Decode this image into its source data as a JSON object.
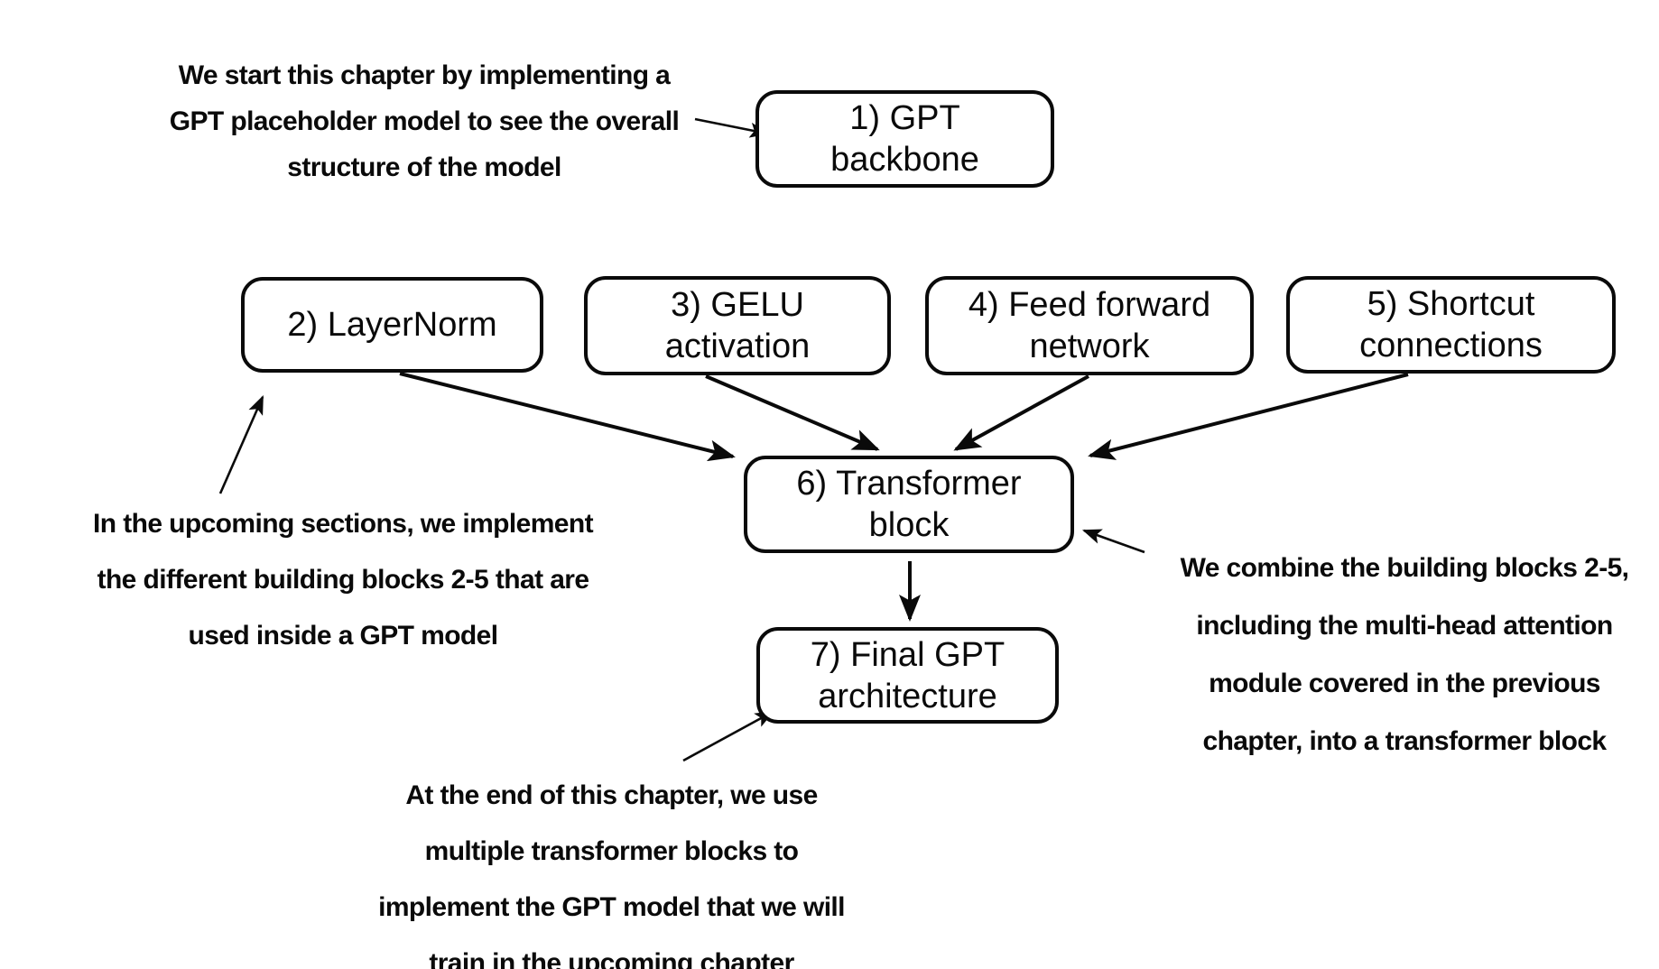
{
  "canvas": {
    "background": "#ffffff",
    "ink": "#0a0a0a"
  },
  "boxes": [
    {
      "id": "gpt-backbone",
      "label": "1) GPT\nbackbone"
    },
    {
      "id": "layernorm",
      "label": "2) LayerNorm"
    },
    {
      "id": "gelu-activation",
      "label": "3) GELU\nactivation"
    },
    {
      "id": "feed-forward-network",
      "label": "4) Feed forward\nnetwork"
    },
    {
      "id": "shortcut-connections",
      "label": "5) Shortcut\nconnections"
    },
    {
      "id": "transformer-block",
      "label": "6) Transformer\nblock"
    },
    {
      "id": "final-gpt-architecture",
      "label": "7) Final GPT\narchitecture"
    }
  ],
  "annotations": [
    {
      "id": "gpt-backbone-note",
      "text": "We start this chapter by implementing a\nGPT placeholder model to see the overall\nstructure of the model"
    },
    {
      "id": "building-blocks-note",
      "text": "In the upcoming sections, we implement\nthe different building blocks 2-5 that are\nused inside a GPT model"
    },
    {
      "id": "transformer-block-note",
      "text": "We combine the building blocks 2-5,\nincluding the multi-head attention\nmodule covered in the previous\nchapter, into a transformer block"
    },
    {
      "id": "final-gpt-note",
      "text": "At the end of this chapter, we use\nmultiple transformer blocks to\nimplement the GPT model that we will\ntrain in the upcoming chapter"
    }
  ]
}
